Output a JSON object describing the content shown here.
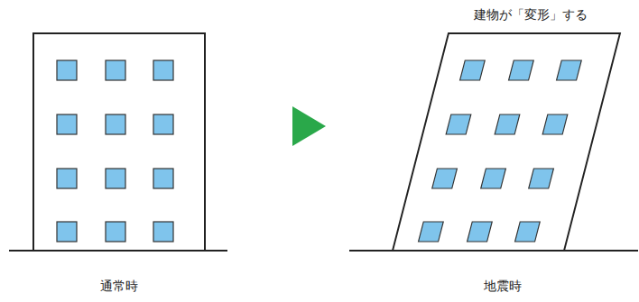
{
  "diagram": {
    "labels": [
      "建物が「変形」する",
      "通常時",
      "地震時"
    ]
  }
}
